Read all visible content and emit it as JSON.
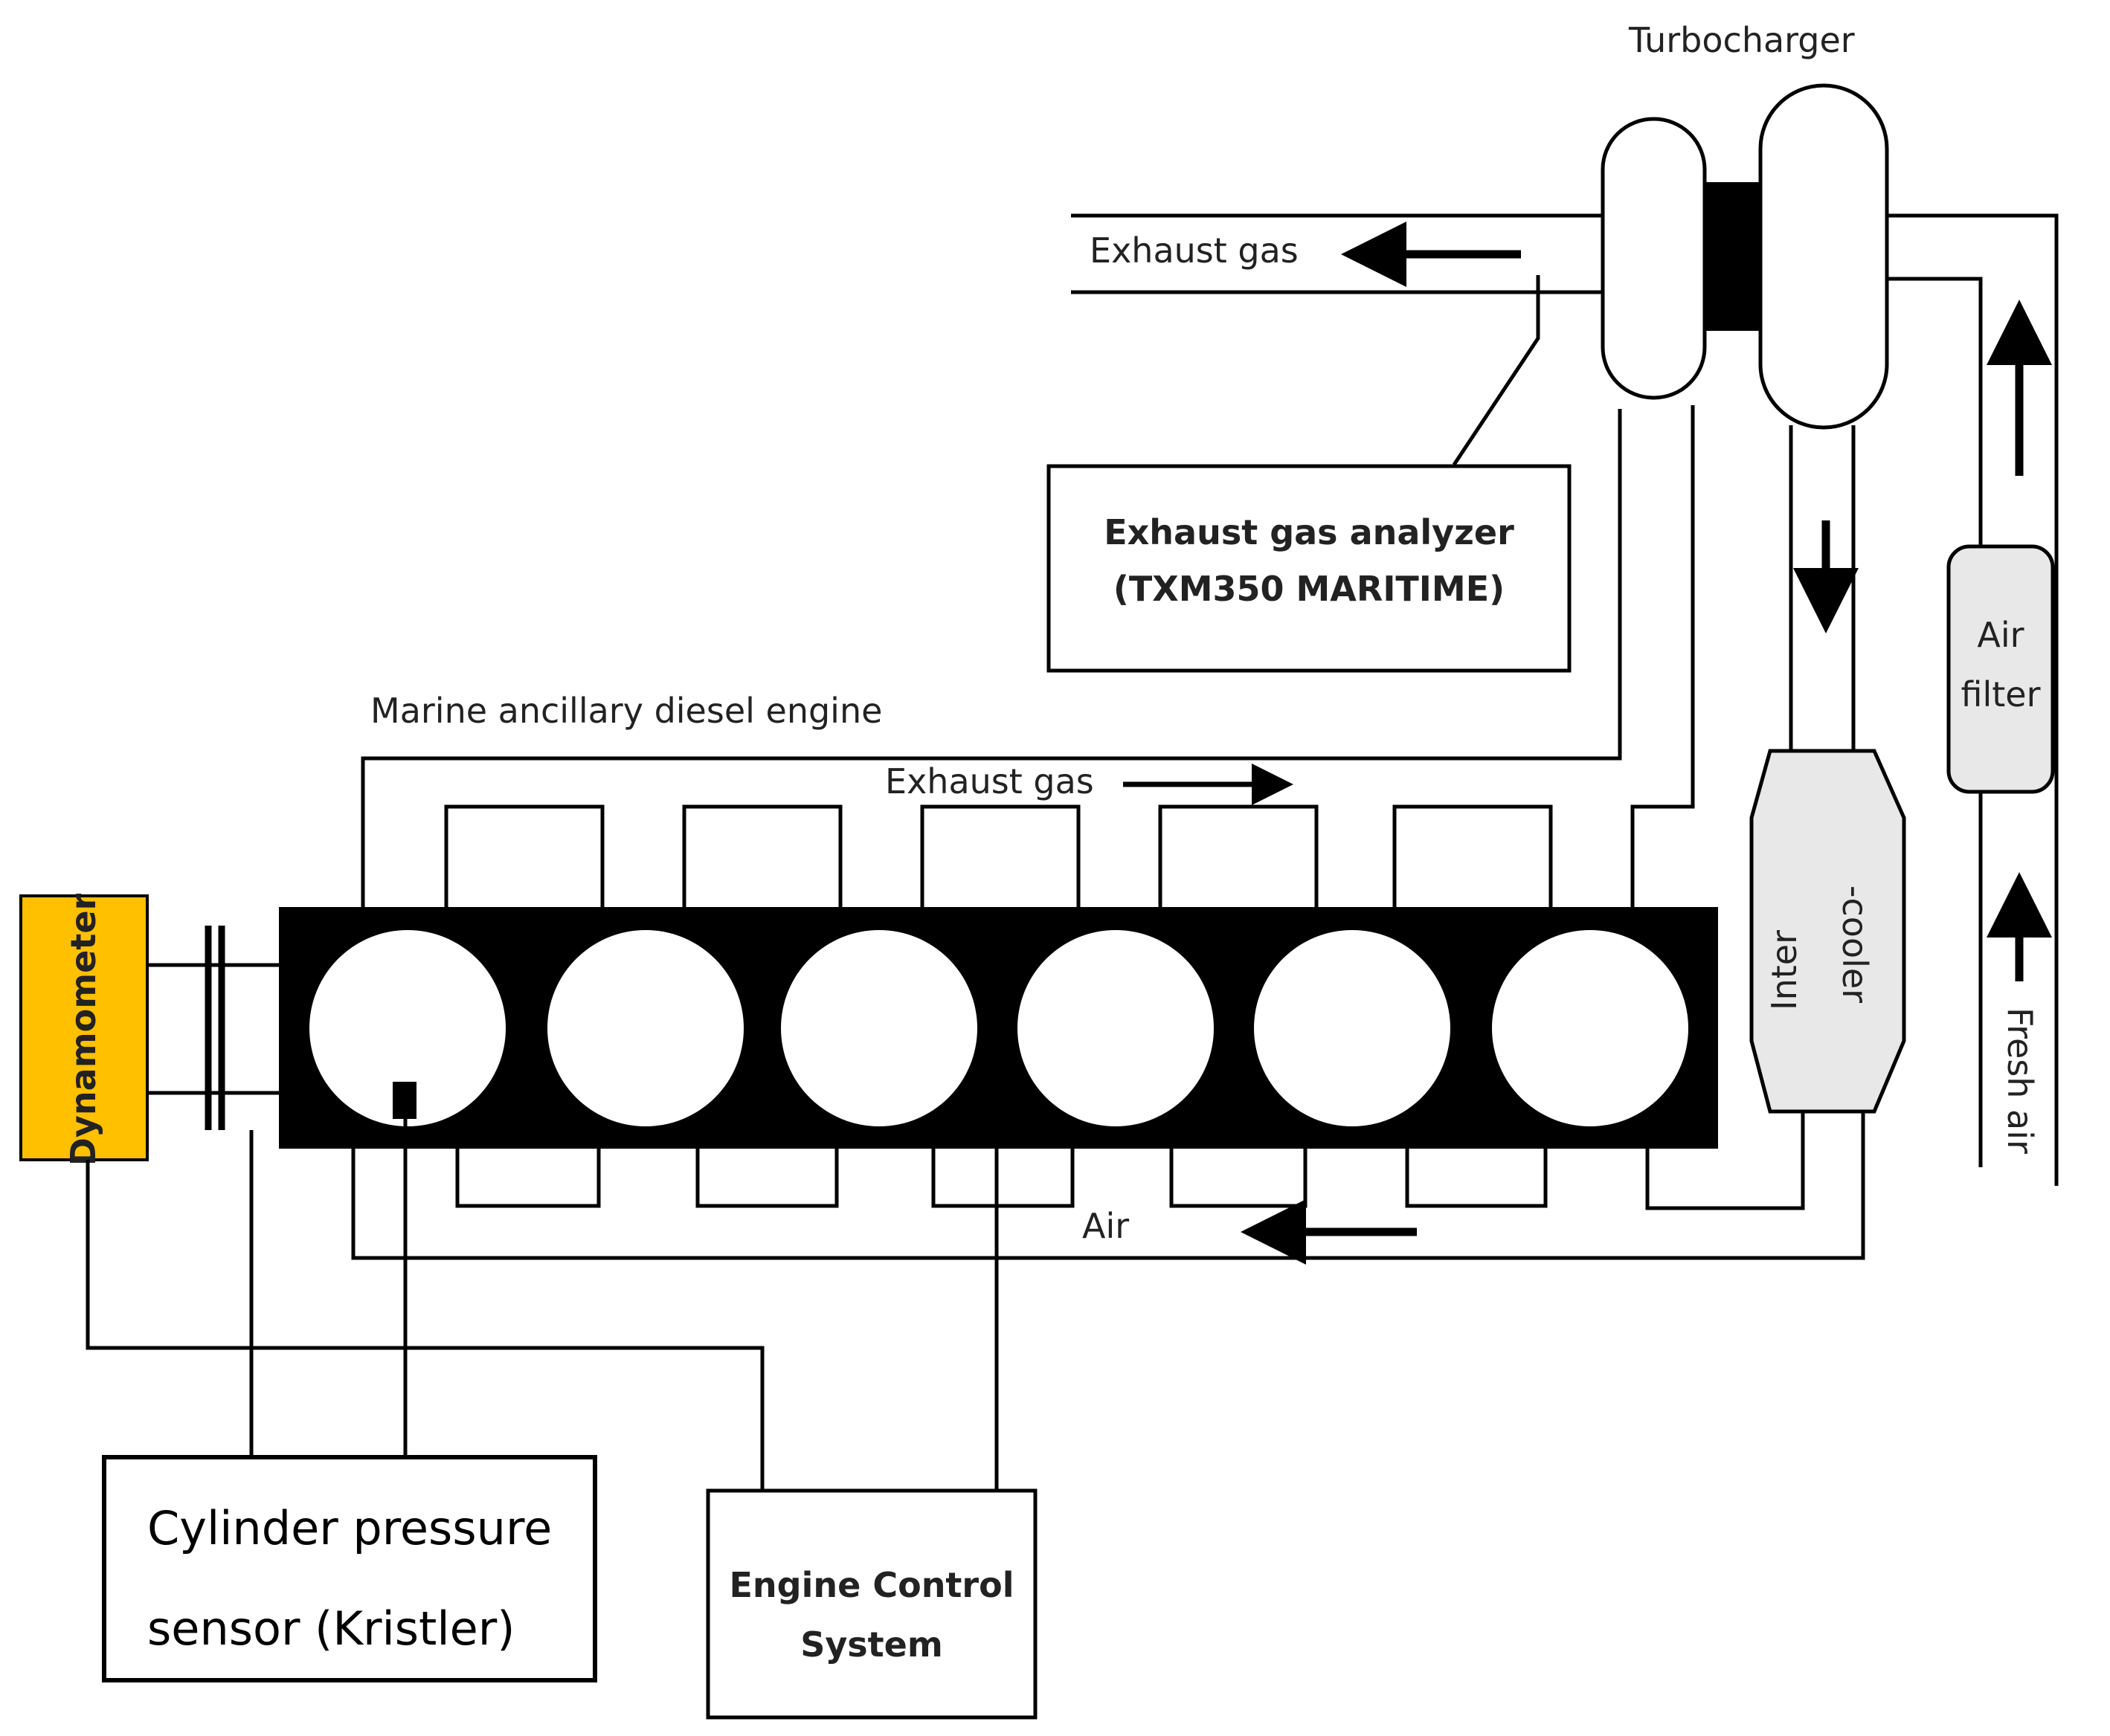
{
  "labels": {
    "turbocharger": "Turbocharger",
    "exhaust_gas_top": "Exhaust gas",
    "exhaust_gas_mid": "Exhaust gas",
    "marine_engine": "Marine ancillary diesel engine",
    "air_return": "Air",
    "air_filter_line1": "Air",
    "air_filter_line2": "filter",
    "intercooler_line1": "Inter",
    "intercooler_line2": "-cooler",
    "fresh_air": "Fresh air",
    "dynamometer": "Dynamometer"
  },
  "analyzer": {
    "line1": "Exhaust gas analyzer",
    "line2": "(TXM350 MARITIME)"
  },
  "cylinder_sensor": {
    "line1": "Cylinder pressure",
    "line2": "sensor (Kristler)"
  },
  "ecs": {
    "line1": "Engine Control",
    "line2": "System"
  },
  "colors": {
    "dynamometer": "#FFC000",
    "engine_block": "#000000",
    "intercooler": "#E8E8E8",
    "air_filter": "#E8E8E8"
  }
}
